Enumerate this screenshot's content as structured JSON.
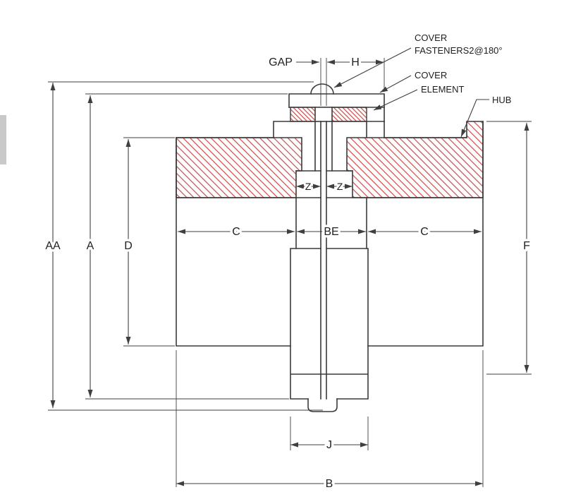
{
  "colors": {
    "line": "#3a3a3a",
    "dim": "#3f3f3f",
    "text": "#1f1f1f",
    "hatch": "#cc4848",
    "bg": "#ffffff",
    "edge_artifact": "#c9c9c9"
  },
  "dimensions": {
    "aa": "AA",
    "a": "A",
    "d": "D",
    "f": "F",
    "c_left": "C",
    "be": "BE",
    "c_right": "C",
    "z_left": "Z",
    "z_right": "Z",
    "gap": "GAP",
    "h": "H",
    "j": "J",
    "b": "B"
  },
  "callouts": {
    "cover_fasteners": [
      "COVER",
      "FASTENERS2@180°"
    ],
    "cover": "COVER",
    "element": "ELEMENT",
    "hub": "HUB"
  }
}
